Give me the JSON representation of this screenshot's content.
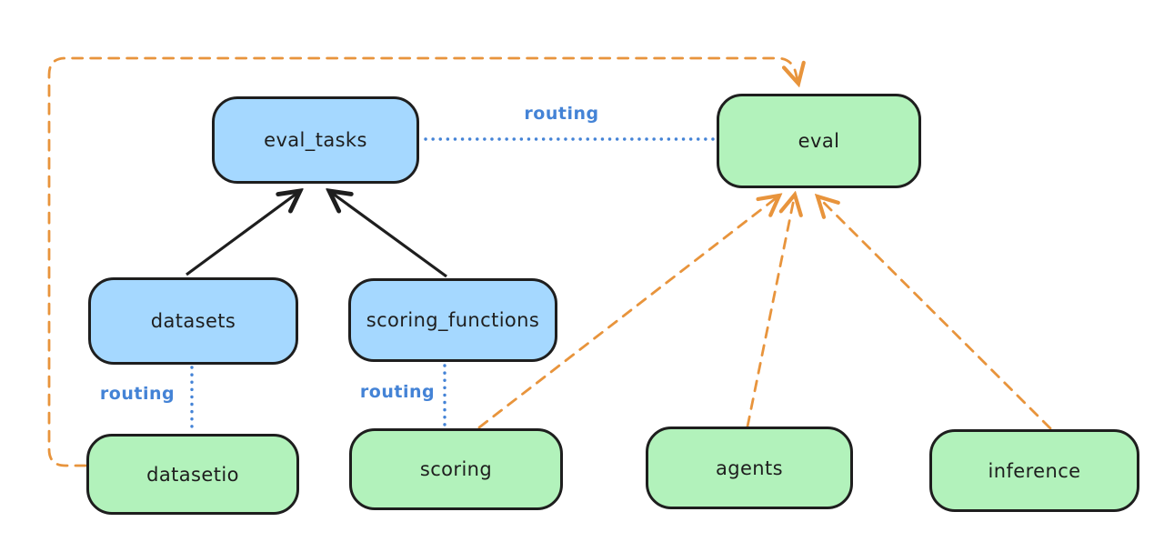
{
  "diagram": {
    "type": "architecture-diagram",
    "colors": {
      "background": "#ffffff",
      "node_blue_fill": "#a5d8ff",
      "node_green_fill": "#b2f2bb",
      "node_stroke": "#1e1e1e",
      "arrow_black": "#1e1e1e",
      "arrow_orange": "#e8943c",
      "routing_blue": "#4483d6"
    },
    "nodes": {
      "eval_tasks": {
        "label": "eval_tasks",
        "color": "blue"
      },
      "eval": {
        "label": "eval",
        "color": "green"
      },
      "datasets": {
        "label": "datasets",
        "color": "blue"
      },
      "scoring_functions": {
        "label": "scoring_functions",
        "color": "blue"
      },
      "datasetio": {
        "label": "datasetio",
        "color": "green"
      },
      "scoring": {
        "label": "scoring",
        "color": "green"
      },
      "agents": {
        "label": "agents",
        "color": "green"
      },
      "inference": {
        "label": "inference",
        "color": "green"
      }
    },
    "edges": [
      {
        "from": "datasets",
        "to": "eval_tasks",
        "style": "solid",
        "color": "black",
        "arrow": true,
        "label": ""
      },
      {
        "from": "scoring_functions",
        "to": "eval_tasks",
        "style": "solid",
        "color": "black",
        "arrow": true,
        "label": ""
      },
      {
        "from": "eval_tasks",
        "to": "eval",
        "style": "dotted",
        "color": "blue",
        "arrow": false,
        "label": "routing"
      },
      {
        "from": "datasets",
        "to": "datasetio",
        "style": "dotted",
        "color": "blue",
        "arrow": false,
        "label": "routing"
      },
      {
        "from": "scoring_functions",
        "to": "scoring",
        "style": "dotted",
        "color": "blue",
        "arrow": false,
        "label": "routing"
      },
      {
        "from": "datasetio",
        "to": "eval",
        "style": "dashed",
        "color": "orange",
        "arrow": true,
        "label": ""
      },
      {
        "from": "scoring",
        "to": "eval",
        "style": "dashed",
        "color": "orange",
        "arrow": true,
        "label": ""
      },
      {
        "from": "agents",
        "to": "eval",
        "style": "dashed",
        "color": "orange",
        "arrow": true,
        "label": ""
      },
      {
        "from": "inference",
        "to": "eval",
        "style": "dashed",
        "color": "orange",
        "arrow": true,
        "label": ""
      }
    ],
    "edge_labels": {
      "eval_tasks_eval": "routing",
      "datasets_datasetio": "routing",
      "scoring_functions_scoring": "routing"
    }
  }
}
